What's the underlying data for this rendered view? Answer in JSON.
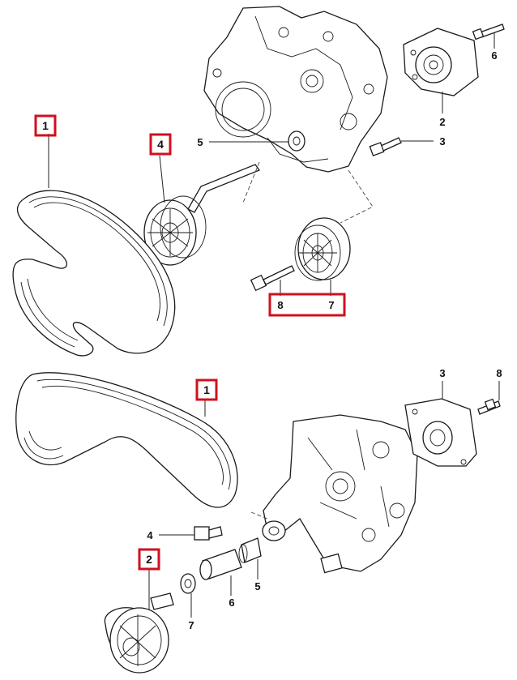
{
  "callouts": {
    "top": {
      "belt": "1",
      "tensioner": "2",
      "tensioner_bolt": "3",
      "idler_pulley_a": "4",
      "spacer": "5",
      "screw_top": "6",
      "idler_pulley_b": "7",
      "idler_bolt": "8"
    },
    "bottom": {
      "belt": "1",
      "tensioner_pulley": "2",
      "tensioner_unit": "3",
      "bolt": "4",
      "bushing": "5",
      "sleeve": "6",
      "washer": "7",
      "screw": "8"
    }
  },
  "highlight_color": "#d0101e"
}
